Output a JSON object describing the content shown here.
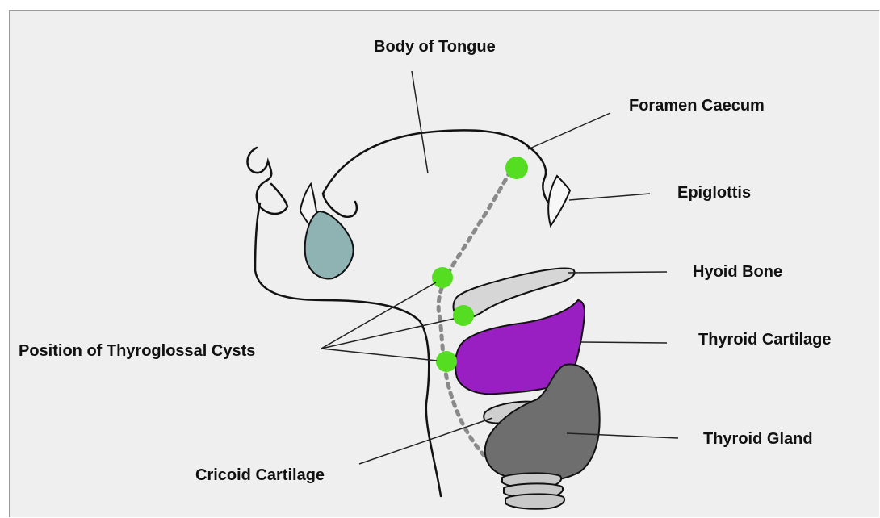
{
  "labels": {
    "body_of_tongue": "Body of Tongue",
    "foramen_caecum": "Foramen Caecum",
    "epiglottis": "Epiglottis",
    "hyoid_bone": "Hyoid Bone",
    "thyroid_cartilage": "Thyroid Cartilage",
    "thyroid_gland": "Thyroid Gland",
    "cricoid_cartilage": "Cricoid Cartilage",
    "position_of_thyroglossal_cysts": "Position of Thyroglossal Cysts"
  },
  "colors": {
    "background": "#efefef",
    "cyst": "#55dd22",
    "thyroid_cartilage": "#9a1fc2",
    "thyroid_gland": "#6e6e6e",
    "hyoid_bone": "#d6d6d6",
    "tonsil": "#8fb3b3",
    "outline": "#111111",
    "tract_dots": "#8a8a8a"
  }
}
